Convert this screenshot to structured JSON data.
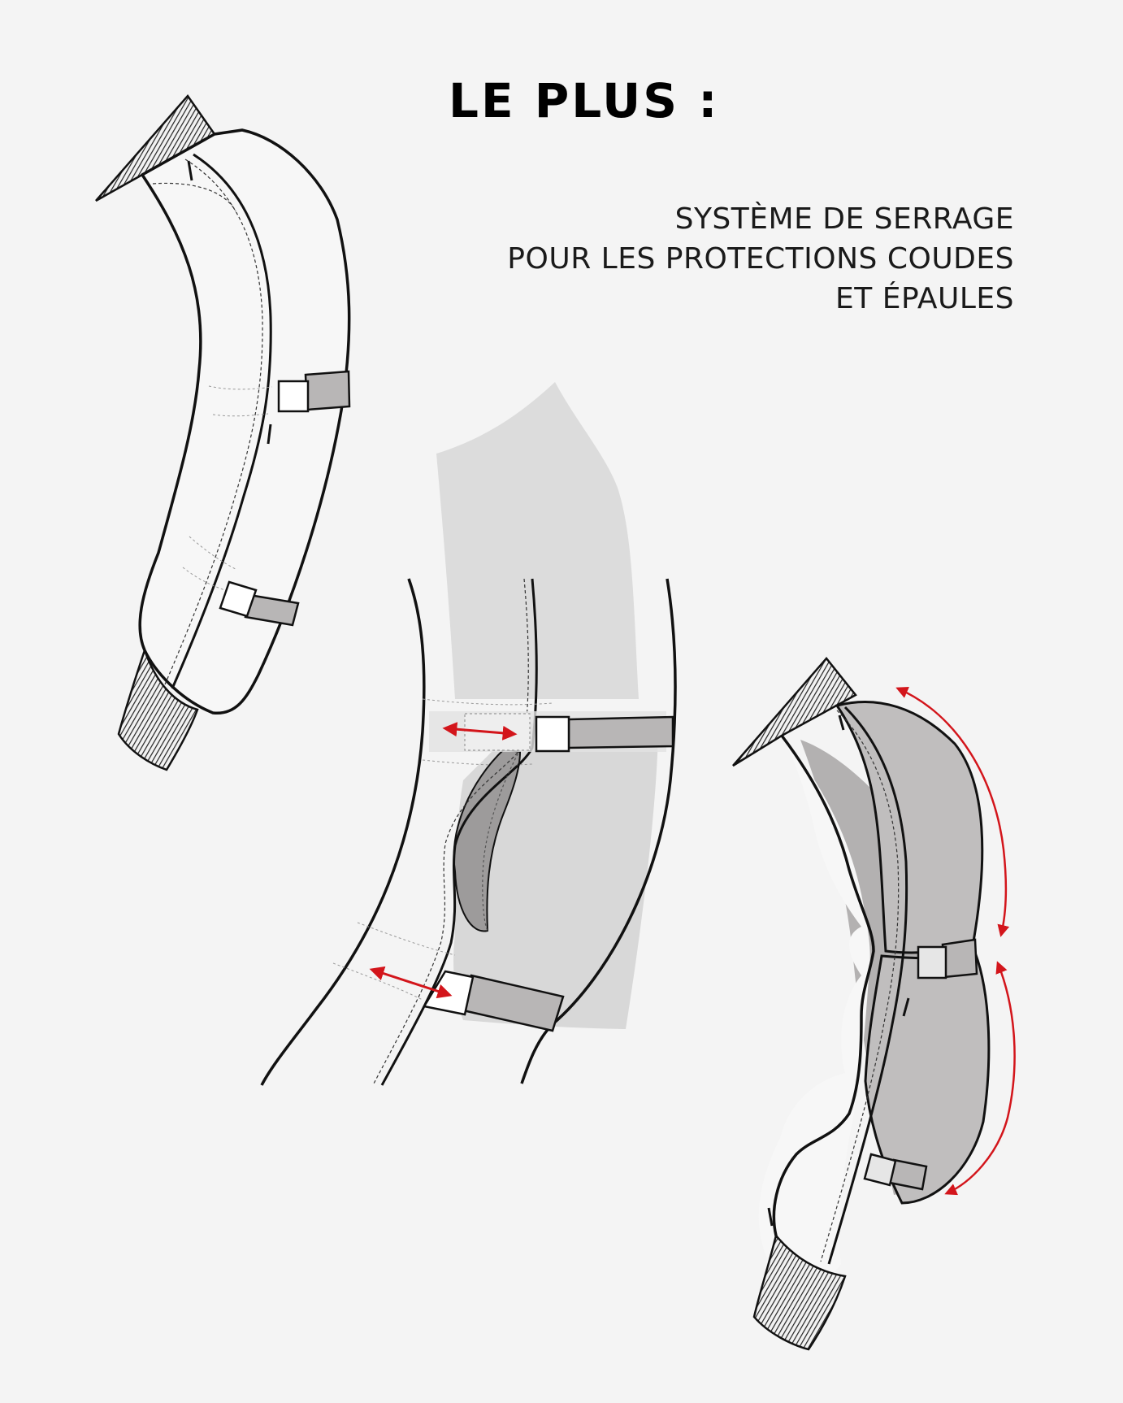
{
  "header": {
    "title": "LE PLUS :",
    "subtitle_lines": [
      "SYSTÈME DE SERRAGE",
      "POUR LES PROTECTIONS COUDES",
      "ET ÉPAULES"
    ]
  },
  "colors": {
    "background": "#f4f4f4",
    "outline": "#111111",
    "strap": "#b8b6b6",
    "protection_shade": "#b3b1b1",
    "inner_panel": "#dcdcdc",
    "arrow": "#d3151b"
  },
  "illustrations": [
    {
      "name": "sleeve-flat"
    },
    {
      "name": "sleeve-open-detail"
    },
    {
      "name": "sleeve-with-protection"
    }
  ]
}
